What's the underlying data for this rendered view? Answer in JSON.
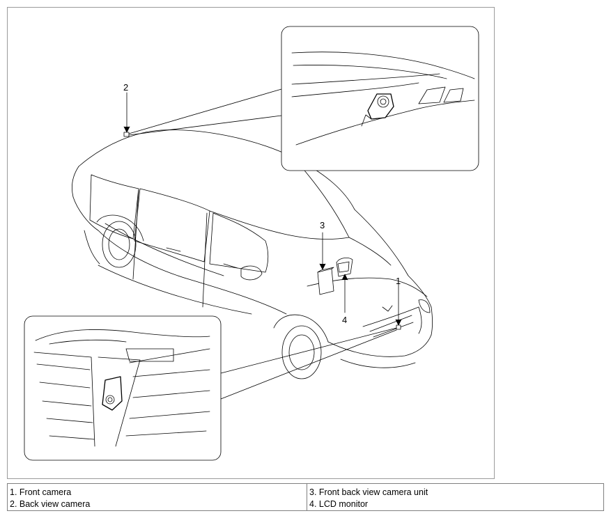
{
  "callouts": [
    "1",
    "2",
    "3",
    "4"
  ],
  "legend": {
    "left": [
      "1. Front camera",
      "2. Back view camera"
    ],
    "right": [
      "3. Front back view camera unit",
      "4. LCD monitor"
    ]
  },
  "colors": {
    "line": "#000000",
    "frame": "#9a9a9a",
    "table_border": "#7f7f7f"
  }
}
